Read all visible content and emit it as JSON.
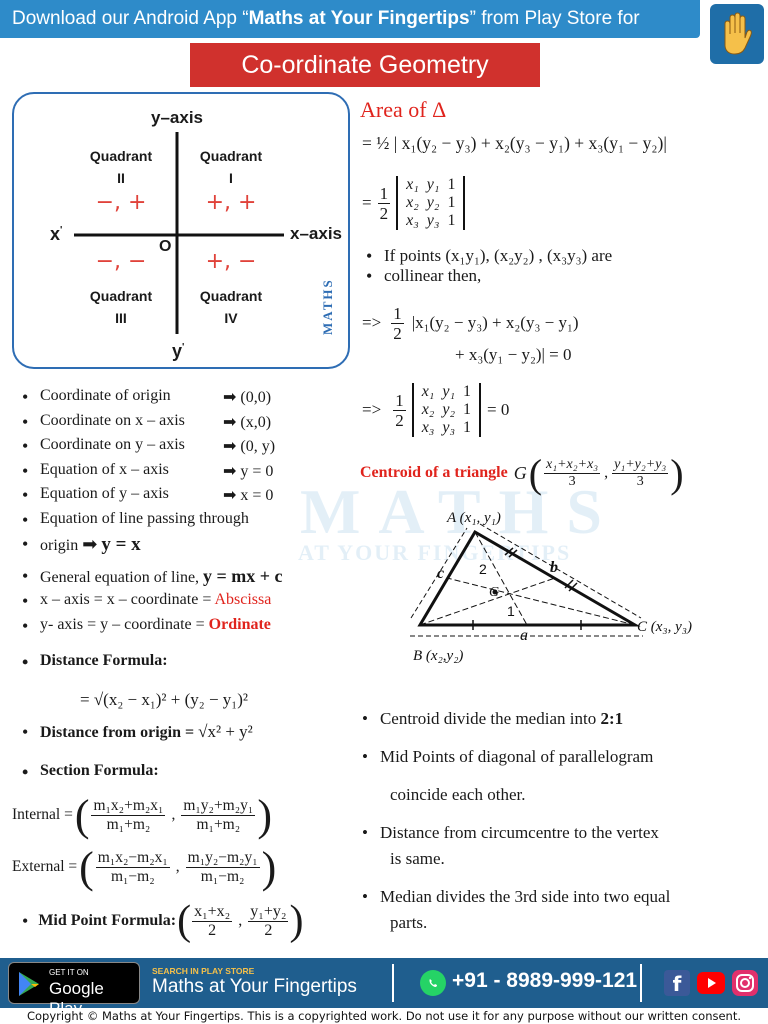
{
  "topbar": {
    "prefix": "Download our Android App “",
    "app": "Maths at Your Fingertips",
    "suffix": "” from Play Store for more..."
  },
  "title": "Co-ordinate Geometry",
  "quadrant": {
    "y_axis": "y–axis",
    "x_axis": "x–axis",
    "x_prime": "x",
    "y_prime": "y",
    "origin": "O",
    "q2": {
      "label": "Quadrant",
      "num": "II",
      "sign": "−, +"
    },
    "q1": {
      "label": "Quadrant",
      "num": "I",
      "sign": "+, +"
    },
    "q3": {
      "label": "Quadrant",
      "num": "III",
      "sign": "−, −"
    },
    "q4": {
      "label": "Quadrant",
      "num": "IV",
      "sign": "+, −"
    }
  },
  "watermark": {
    "brand": "MATHS",
    "sub": "AT YOUR FINGERTIPS"
  },
  "left_list": [
    {
      "text": "Coordinate of origin",
      "value": "(0,0)"
    },
    {
      "text": "Coordinate on x – axis",
      "value": "(x,0)"
    },
    {
      "text": "Coordinate on y – axis",
      "value": "(0, y)"
    },
    {
      "text": "Equation of x – axis",
      "value": "y = 0"
    },
    {
      "text": "Equation of y – axis",
      "value": "x = 0"
    }
  ],
  "line_origin": {
    "text1": "Equation of line passing through",
    "text2": "origin",
    "value": "y = x"
  },
  "general_line": {
    "text": "General equation of line,",
    "value": "y = mx + c"
  },
  "abscissa": {
    "text": "x – axis = x – coordinate = ",
    "value": "Abscissa"
  },
  "ordinate": {
    "text": "y- axis = y – coordinate  = ",
    "value": "Ordinate"
  },
  "distance": {
    "heading": "Distance Formula:",
    "formula": "= √(x₂ − x₁)² + (y₂ − y₁)²"
  },
  "distance_origin": {
    "text": "Distance from origin = ",
    "formula": "√x² + y²"
  },
  "section": {
    "heading": "Section Formula:",
    "internal": "Internal =",
    "external": "External =",
    "int_x_num": "m₁x₂+m₂x₁",
    "int_x_den": "m₁+m₂",
    "int_y_num": "m₁y₂+m₂y₁",
    "int_y_den": "m₁+m₂",
    "ext_x_num": "m₁x₂−m₂x₁",
    "ext_x_den": "m₁−m₂",
    "ext_y_num": "m₁y₂−m₂y₁",
    "ext_y_den": "m₁−m₂"
  },
  "midpoint": {
    "heading": "Mid Point Formula:",
    "x_num": "x₁+x₂",
    "y_num": "y₁+y₂",
    "den": "2"
  },
  "area": {
    "heading": "Area of Δ",
    "f1": "= ½ | x₁(y₂ − y₃) + x₂(y₃ − y₁) + x₃(y₁ − y₂)|",
    "eq": "=",
    "half_n": "1",
    "half_d": "2",
    "det": [
      [
        "x₁",
        "y₁",
        "1"
      ],
      [
        "x₂",
        "y₂",
        "1"
      ],
      [
        "x₃",
        "y₃",
        "1"
      ]
    ],
    "collinear1": "If points (x₁y₁), (x₂y₂) , (x₃y₃) are",
    "collinear2": "collinear then,",
    "imp": "=>",
    "c_line1": "|x₁(y₂ − y₃) + x₂(y₃ − y₁)",
    "c_line2": "+ x₃(y₁ − y₂)| =  0",
    "det_zero": "= 0"
  },
  "centroid": {
    "heading": "Centroid of a triangle",
    "g": "G",
    "x_num": "x₁+x₂+x₃",
    "y_num": "y₁+y₂+y₃",
    "den": "3",
    "A": "A (x₁, y₁)",
    "B": "B (x₂,y₂)",
    "C": "C (x₃, y₃)",
    "a": "a",
    "b": "b",
    "c": "c",
    "G": "G",
    "two": "2",
    "one": "1"
  },
  "right_list": [
    {
      "text": "Centroid divide the median into ",
      "bold": "2:1"
    },
    {
      "text": "Mid Points of diagonal of parallelogram",
      "bold": ""
    },
    {
      "text": "coincide each other.",
      "bold": ""
    },
    {
      "text": "Distance from circumcentre to the vertex",
      "bold": ""
    },
    {
      "text": "is same.",
      "bold": ""
    },
    {
      "text": "Median divides the 3rd side into two equal",
      "bold": ""
    },
    {
      "text": "parts.",
      "bold": ""
    }
  ],
  "footer": {
    "get_it": "GET IT ON",
    "google_play": "Google Play",
    "search": "SEARCH IN PLAY STORE",
    "app_name": "Maths at Your Fingertips",
    "phone": "+91 - 8989-999-121"
  },
  "copyright": "Copyright © Maths at Your Fingertips. This is a copyrighted work. Do not use it for any purpose without our written consent.",
  "colors": {
    "accent_blue": "#2e8bc9",
    "title_red": "#d0312d",
    "footer_blue": "#1f5e8e",
    "highlight_red": "#e0241d"
  }
}
